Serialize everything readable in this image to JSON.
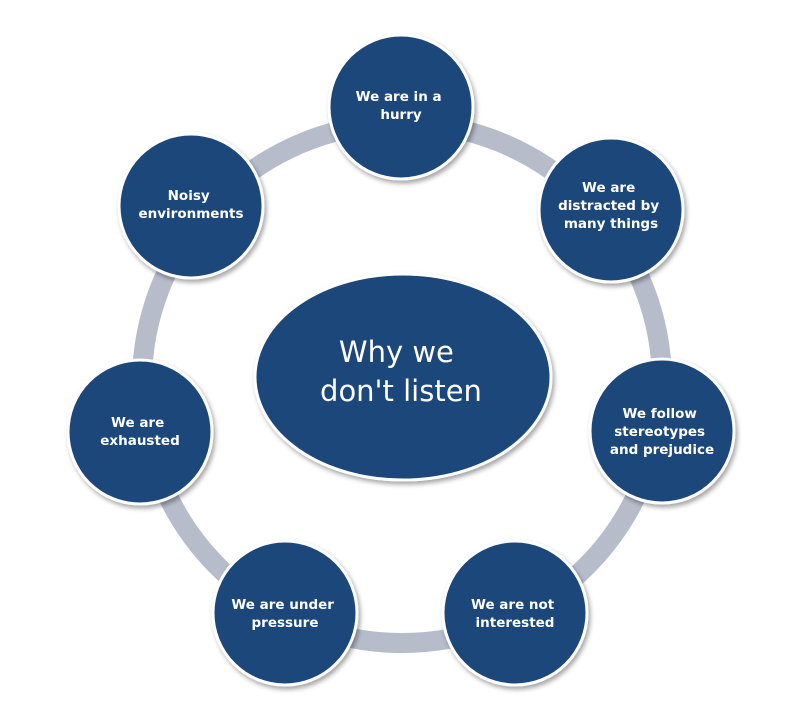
{
  "diagram": {
    "center": {
      "lines": [
        "Why we",
        "don't listen"
      ]
    },
    "nodes": [
      {
        "id": "hurry",
        "lines": [
          "We are in a",
          "hurry"
        ]
      },
      {
        "id": "distracted",
        "lines": [
          "We are",
          "distracted by",
          "many things"
        ]
      },
      {
        "id": "stereotypes",
        "lines": [
          "We follow",
          "stereotypes",
          "and prejudice"
        ]
      },
      {
        "id": "not-interested",
        "lines": [
          "We are not",
          "interested"
        ]
      },
      {
        "id": "under-pressure",
        "lines": [
          "We are under",
          "pressure"
        ]
      },
      {
        "id": "exhausted",
        "lines": [
          "We are",
          "exhausted"
        ]
      },
      {
        "id": "noisy",
        "lines": [
          "Noisy",
          "environments"
        ]
      }
    ],
    "colors": {
      "node_fill": "#1F477A",
      "node_stroke": "#ffffff",
      "ring": "#B7BCCB",
      "text": "#ffffff"
    }
  }
}
